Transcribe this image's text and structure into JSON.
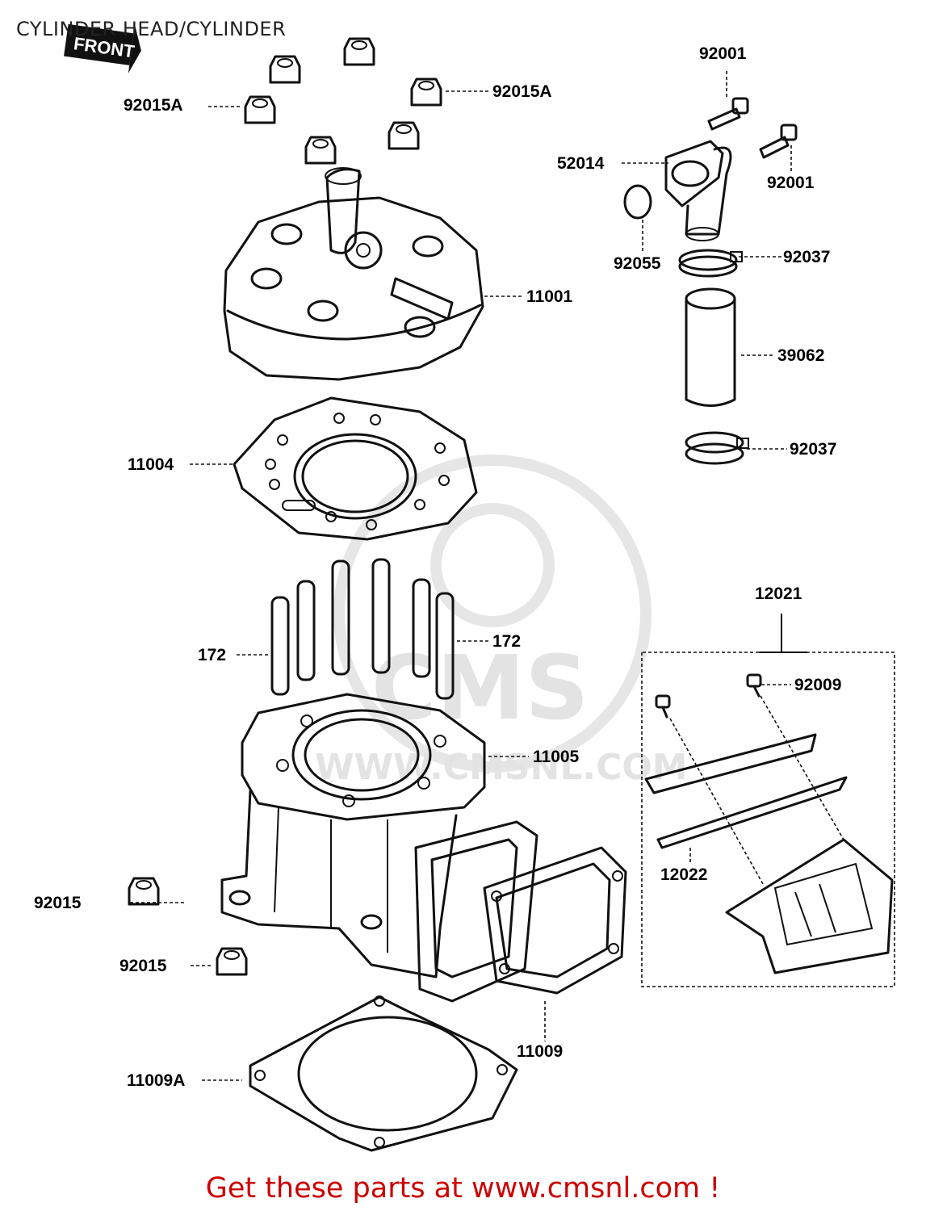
{
  "header": {
    "title": "CYLINDER HEAD/CYLINDER"
  },
  "front_mark": "FRONT",
  "watermark": {
    "brand": "CMS",
    "url": "WWW.CMSNL.COM"
  },
  "labels": [
    {
      "id": "92015A-left",
      "text": "92015A"
    },
    {
      "id": "92015A-right",
      "text": "92015A"
    },
    {
      "id": "92001-top",
      "text": "92001"
    },
    {
      "id": "92001-right",
      "text": "92001"
    },
    {
      "id": "52014",
      "text": "52014"
    },
    {
      "id": "92055",
      "text": "92055"
    },
    {
      "id": "92037-top",
      "text": "92037"
    },
    {
      "id": "11001",
      "text": "11001"
    },
    {
      "id": "39062",
      "text": "39062"
    },
    {
      "id": "92037-bottom",
      "text": "92037"
    },
    {
      "id": "11004",
      "text": "11004"
    },
    {
      "id": "12021",
      "text": "12021"
    },
    {
      "id": "172-left",
      "text": "172"
    },
    {
      "id": "172-right",
      "text": "172"
    },
    {
      "id": "92009",
      "text": "92009"
    },
    {
      "id": "11005",
      "text": "11005"
    },
    {
      "id": "12022",
      "text": "12022"
    },
    {
      "id": "92015-upper",
      "text": "92015"
    },
    {
      "id": "92015-lower",
      "text": "92015"
    },
    {
      "id": "11009",
      "text": "11009"
    },
    {
      "id": "11009A",
      "text": "11009A"
    }
  ],
  "footer": {
    "text": "Get these parts at www.cmsnl.com !"
  }
}
